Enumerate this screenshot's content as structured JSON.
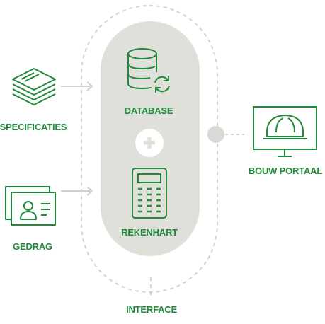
{
  "colors": {
    "brand_green": "#1f8a3a",
    "pill_fill": "#dfe0da",
    "dashed_outline": "#d2d3cf",
    "arrow_gray": "#cfd0cc",
    "connector_dot": "#d9dad5",
    "plus_circle_fill": "#ffffff"
  },
  "nodes": {
    "specificaties": {
      "label": "SPECIFICATIES",
      "icon": "layers-stack-icon"
    },
    "gedrag": {
      "label": "GEDRAG",
      "icon": "id-cards-icon"
    },
    "database": {
      "label": "DATABASE",
      "icon": "database-sync-icon"
    },
    "plus": {
      "icon": "plus-icon"
    },
    "rekenhart": {
      "label": "REKENHART",
      "icon": "calculator-icon"
    },
    "bouw_portaal": {
      "label": "BOUW PORTAAL",
      "icon": "monitor-hardhat-icon"
    },
    "interface": {
      "label": "INTERFACE"
    }
  }
}
